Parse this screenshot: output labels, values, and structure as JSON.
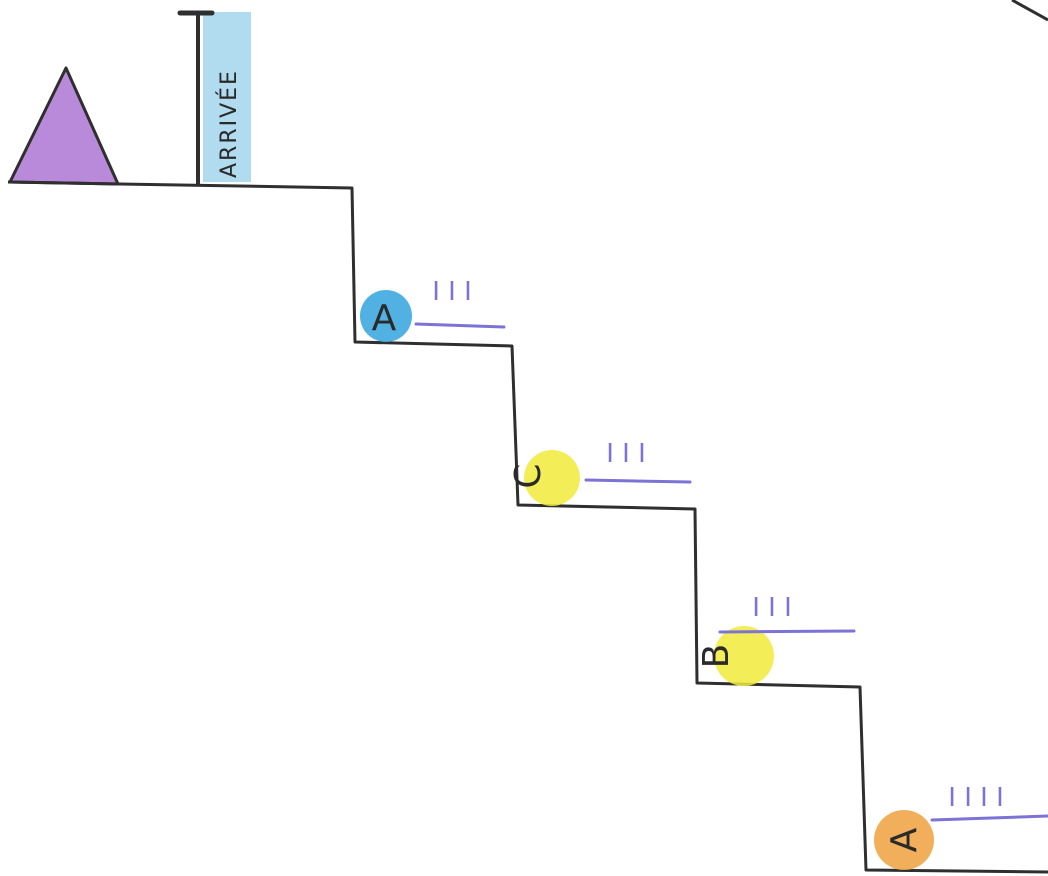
{
  "finish_label": "ARRIVÉE",
  "colors": {
    "paper": "#ffffff",
    "line": "#2f2f2f",
    "triangle": "#b98ad9",
    "finish_band": "#a9d8ee",
    "tally": "#7b73d6",
    "blue": "#3fa9e0",
    "yellow": "#f1ea3a",
    "orange": "#f0a64a"
  },
  "steps": [
    {
      "letter": "A",
      "color": "blue",
      "tally": "I I I"
    },
    {
      "letter": "C",
      "color": "yellow",
      "tally": "I I I"
    },
    {
      "letter": "B",
      "color": "yellow",
      "tally": "I I I"
    },
    {
      "letter": "A",
      "color": "orange",
      "tally": "I I I I"
    }
  ]
}
